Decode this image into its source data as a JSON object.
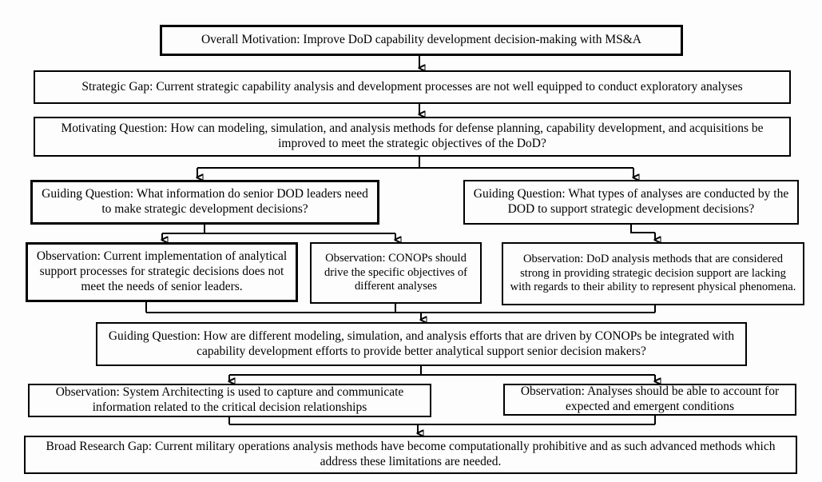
{
  "diagram": {
    "background_color": "#fdfdfd",
    "box_border_color": "#000000",
    "text_color": "#000000",
    "nodes": {
      "overall_motivation": {
        "text": "Overall Motivation: Improve DoD capability development decision-making with MS&A"
      },
      "strategic_gap": {
        "text": "Strategic Gap: Current strategic capability analysis and development processes are not well equipped to conduct exploratory analyses"
      },
      "motivating_question": {
        "text": "Motivating Question: How can modeling, simulation, and analysis methods for defense planning, capability development, and acquisitions be improved to meet the strategic objectives of the DoD?"
      },
      "guiding_question_left": {
        "text": "Guiding Question: What information do senior DOD leaders need to make strategic development decisions?"
      },
      "guiding_question_right": {
        "text": "Guiding Question: What types of analyses are conducted by the DOD to support strategic development decisions?"
      },
      "observation_analytical_support": {
        "text": "Observation: Current implementation of analytical support processes for strategic decisions does not meet the needs of senior leaders."
      },
      "observation_conops": {
        "text": "Observation: CONOPs should drive the specific objectives of different analyses"
      },
      "observation_dod_methods": {
        "text": "Observation: DoD analysis methods that are considered strong in providing strategic decision support are lacking with regards to their ability to represent physical phenomena."
      },
      "guiding_question_integration": {
        "text": "Guiding Question: How are different modeling, simulation, and analysis efforts that are driven by CONOPs be integrated with capability development efforts to provide better analytical support senior decision makers?"
      },
      "observation_system_architecting": {
        "text": "Observation: System Architecting is used to capture and communicate information related to the critical decision relationships"
      },
      "observation_conditions": {
        "text": "Observation: Analyses should be able to account for expected and emergent conditions"
      },
      "broad_research_gap": {
        "text": "Broad Research Gap: Current military operations analysis methods have become computationally prohibitive and as such advanced methods which address these limitations are needed."
      }
    }
  }
}
